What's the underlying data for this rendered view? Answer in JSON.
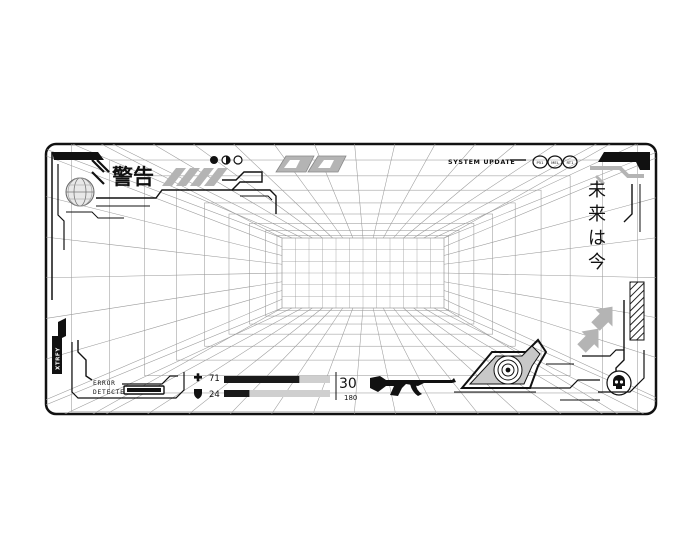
{
  "hud": {
    "warning_kanji": "警告",
    "system_update": "SYSTEM UPDATE",
    "status_pills": [
      "P51",
      "MEL",
      "RT1"
    ],
    "vertical_text": [
      "未",
      "来",
      "は",
      "今"
    ],
    "error_line1": "ERROR",
    "error_line2": "DETECTED",
    "health_value": "71",
    "health_fill": 0.71,
    "armor_value": "24",
    "armor_fill": 0.24,
    "ammo_clip": "30",
    "ammo_reserve": "180",
    "brand_label": "XTRFY"
  },
  "colors": {
    "outline": "#111111",
    "grid": "#9a9a9a",
    "accent_gray": "#b4b4b4",
    "dark_fill": "#1a1a1a",
    "background": "#ffffff"
  }
}
